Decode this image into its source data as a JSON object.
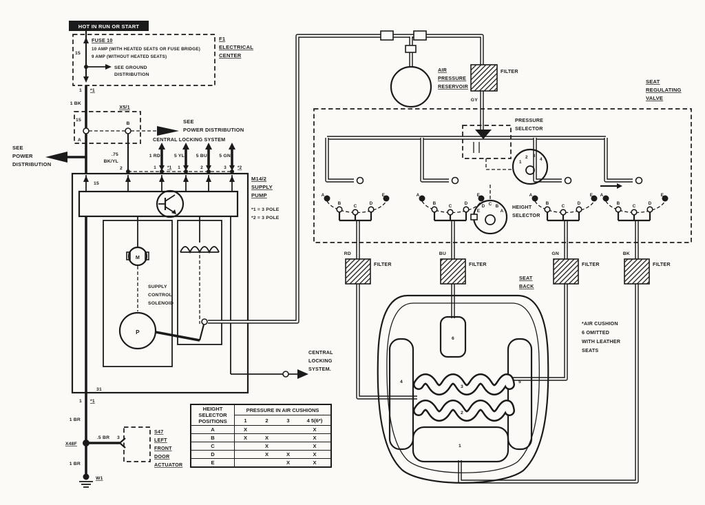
{
  "header": {
    "hot_box": "HOT IN RUN OR START"
  },
  "electrical_center": {
    "l1": "F1",
    "l2": "ELECTRICAL",
    "l3": "CENTER"
  },
  "fuse": {
    "name": "FUSE 10",
    "amp1": "10 AMP (WITH HEATED SEATS OR FUSE BRIDGE)",
    "amp2": "9 AMP (WITHOUT HEATED SEATS)",
    "see1": "SEE GROUND",
    "see2": "DISTRIBUTION",
    "pin15": "15"
  },
  "feed": {
    "pin1": "1",
    "star1": "*1",
    "wire": "1 BK"
  },
  "x51": {
    "label": "X5/1",
    "pin15": "15",
    "pin_b": "B",
    "pin_a": "A",
    "pin2": "2"
  },
  "see_power_right": {
    "l1": "SEE",
    "l2": "POWER DISTRIBUTION"
  },
  "see_power_left": {
    "l1": "SEE",
    "l2": "POWER",
    "l3": "DISTRIBUTION"
  },
  "bkyl": {
    "size": ".75",
    "color": "BK/YL"
  },
  "central_locking_top": "CENTRAL LOCKING SYSTEM",
  "cl_wires": {
    "w1": "1 RD",
    "w1_pin": "1",
    "w1_note": "*1",
    "w2": "5 YL",
    "w2_pin": "1",
    "w3": "5 BU",
    "w3_pin": "2",
    "w4": "5 GN",
    "w4_pin": "3",
    "w4_note": "*2"
  },
  "pump": {
    "l1": "M14/2",
    "l2": "SUPPLY",
    "l3": "PUMP",
    "note1": "*1 = 3 POLE",
    "note2": "*2 = 3 POLE",
    "pin15": "15",
    "motor": "M",
    "p": "P",
    "sol1": "SUPPLY",
    "sol2": "CONTROL",
    "sol3": "SOLENOID",
    "pin31": "31"
  },
  "central_locking_mid": {
    "l1": "CENTRAL",
    "l2": "LOCKING",
    "l3": "SYSTEM."
  },
  "door": {
    "pin1": "1",
    "star1": "*1",
    "wire_a": "1 BR",
    "x48f": "X48F",
    "wire_b": ".5 BR",
    "pin3": "3",
    "s1": "S47",
    "s2": "LEFT",
    "s3": "FRONT",
    "s4": "DOOR",
    "s5": "ACTUATOR",
    "wire_c": "1 BR",
    "ground": "W1"
  },
  "reservoir": {
    "l1": "AIR",
    "l2": "PRESSURE",
    "l3": "RESERVOIR"
  },
  "top_filter": {
    "label": "FILTER",
    "gy": "GY"
  },
  "valve": {
    "t1": "SEAT",
    "t2": "REGULATING",
    "t3": "VALVE",
    "ps1": "PRESSURE",
    "ps2": "SELECTOR",
    "hs1": "HEIGHT",
    "hs2": "SELECTOR",
    "contacts": [
      "A",
      "B",
      "C",
      "D",
      "E"
    ],
    "pressure_dial": [
      "1",
      "2",
      "3",
      "4"
    ],
    "height_dial": [
      "E",
      "D",
      "C",
      "B",
      "A"
    ]
  },
  "lines": {
    "rd": "RD",
    "bu": "BU",
    "gn": "GN",
    "bk": "BK",
    "filter": "FILTER"
  },
  "seat": {
    "back1": "SEAT",
    "back2": "BACK",
    "c1": "1",
    "c2": "2",
    "c3": "3",
    "c4": "4",
    "c5": "5",
    "c6": "6",
    "note1": "*AIR CUSHION",
    "note2": "6 OMITTED",
    "note3": "WITH LEATHER",
    "note4": "SEATS"
  },
  "table": {
    "h1": "HEIGHT",
    "h2": "SELECTOR",
    "h3": "POSITIONS",
    "right": "PRESSURE IN AIR CUSHIONS",
    "cols": [
      "1",
      "2",
      "3",
      "4 5(6*)"
    ],
    "rows": [
      {
        "pos": "A",
        "c": [
          "X",
          "",
          "",
          "X"
        ]
      },
      {
        "pos": "B",
        "c": [
          "X",
          "X",
          "",
          "X"
        ]
      },
      {
        "pos": "C",
        "c": [
          "",
          "X",
          "",
          "X"
        ]
      },
      {
        "pos": "D",
        "c": [
          "",
          "X",
          "X",
          "X"
        ]
      },
      {
        "pos": "E",
        "c": [
          "",
          "",
          "X",
          "X"
        ]
      }
    ]
  }
}
